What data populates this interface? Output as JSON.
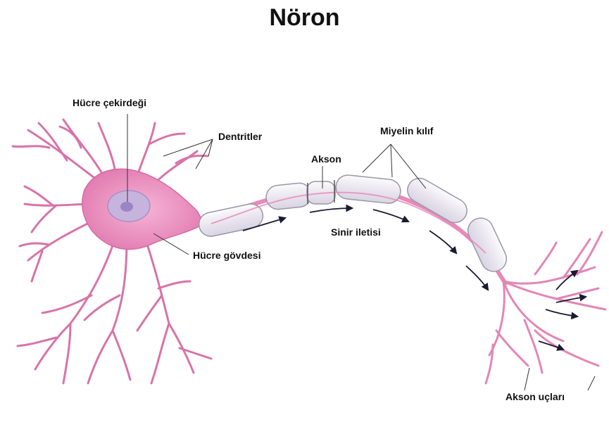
{
  "title": "Nöron",
  "labels": {
    "nucleus": "Hücre çekirdeği",
    "dendrites": "Dentritler",
    "axon": "Akson",
    "myelin": "Miyelin kılıf",
    "impulse": "Sinir iletisi",
    "cell_body": "Hücre gövdesi",
    "axon_terminals": "Akson uçları"
  },
  "colors": {
    "cell": "#e98bbd",
    "cell_dark": "#c9558f",
    "nucleus": "#b9a3d6",
    "myelin": "#ece9f1",
    "myelin_edge": "#9a96a8",
    "arrow": "#1a1a33"
  }
}
